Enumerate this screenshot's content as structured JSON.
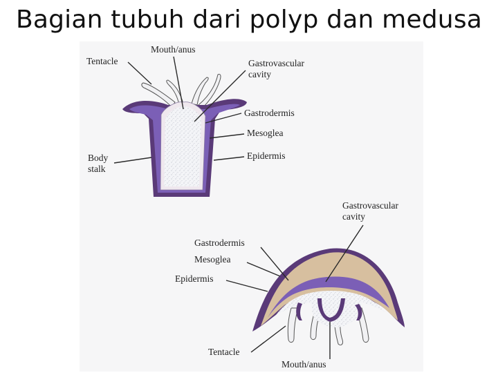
{
  "title": "Bagian tubuh dari polyp dan medusa",
  "colors": {
    "epidermis": "#5a3a78",
    "mesoglea": "#7b5fb6",
    "gastrodermis": "#efe8ee",
    "cavity": "#f3f4f7",
    "bell": "#d7bf9f",
    "background": "#f6f6f7"
  },
  "polyp": {
    "labels": {
      "mouth": "Mouth/anus",
      "tentacle": "Tentacle",
      "cavity_1": "Gastrovascular",
      "cavity_2": "cavity",
      "gastrodermis": "Gastrodermis",
      "mesoglea": "Mesoglea",
      "epidermis": "Epidermis",
      "body_1": "Body",
      "body_2": "stalk"
    }
  },
  "medusa": {
    "labels": {
      "cavity_1": "Gastrovascular",
      "cavity_2": "cavity",
      "gastrodermis": "Gastrodermis",
      "mesoglea": "Mesoglea",
      "epidermis": "Epidermis",
      "tentacle": "Tentacle",
      "mouth": "Mouth/anus"
    }
  }
}
